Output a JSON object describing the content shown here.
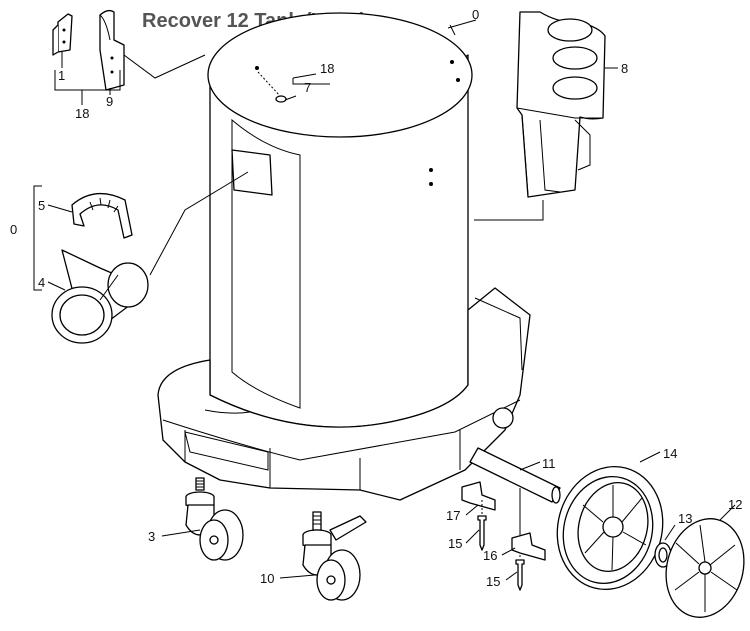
{
  "title": "Recover 12 Tank (Ver 2)",
  "callouts": {
    "c0_top": "0",
    "c8": "8",
    "c18_top": "18",
    "c7": "7",
    "c1": "1",
    "c9": "9",
    "c18_left": "18",
    "c5": "5",
    "c0_left": "0",
    "c4": "4",
    "c14": "14",
    "c11": "11",
    "c12": "12",
    "c13": "13",
    "c17": "17",
    "c15_a": "15",
    "c16": "16",
    "c15_b": "15",
    "c3": "3",
    "c10": "10"
  }
}
